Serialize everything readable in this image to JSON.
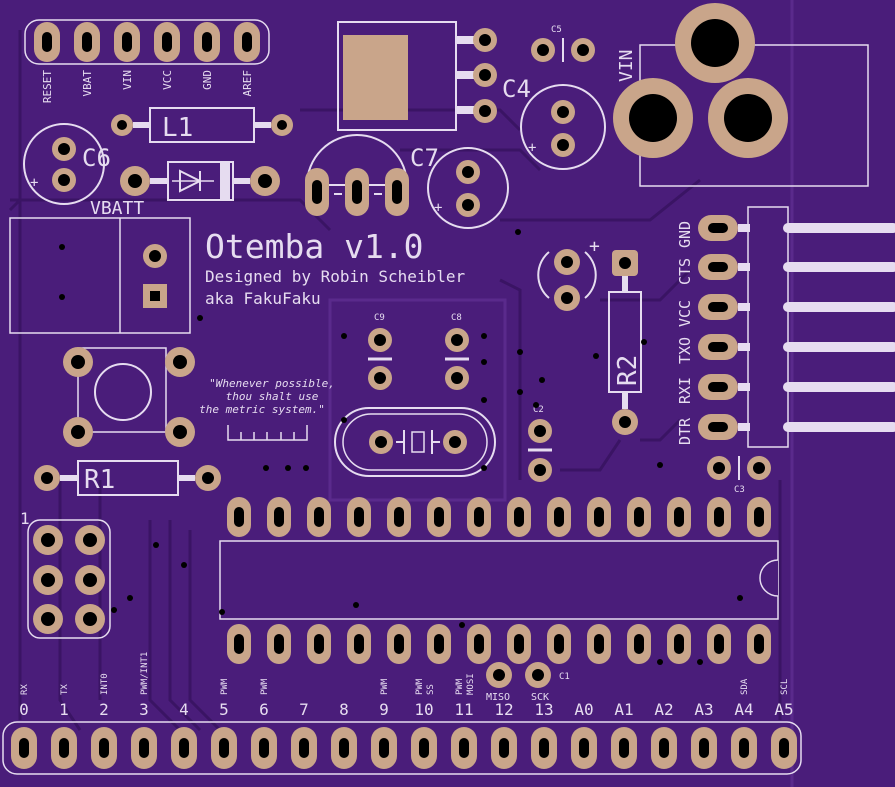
{
  "board": {
    "title": "Otemba v1.0",
    "credit_line1": "Designed by Robin Scheibler",
    "credit_line2": "aka FakuFaku",
    "quote_line1": "\"Whenever possible,",
    "quote_line2": "thou shalt use",
    "quote_line3": "the metric system.\""
  },
  "colors": {
    "board": "#4a1d7a",
    "silkscreen": "#e6dcf0",
    "pad": "#c9a58a",
    "trace": "#3a1464",
    "hole": "#000000"
  },
  "top_header": [
    "RESET",
    "VBAT",
    "VIN",
    "VCC",
    "GND",
    "AREF"
  ],
  "components": {
    "c5": "C5",
    "c4": "C4",
    "c6": "C6",
    "c7": "C7",
    "l1": "L1",
    "vbatt": "VBATT",
    "vin": "VIN",
    "r1": "R1",
    "r2": "R2",
    "c9": "C9",
    "c8": "C8",
    "c2": "C2",
    "c3": "C3",
    "c1": "C1",
    "plus": "+",
    "pin1": "1",
    "miso": "MISO",
    "sck": "SCK"
  },
  "ftdi_header": [
    "GND",
    "CTS",
    "VCC",
    "TXO",
    "RXI",
    "DTR"
  ],
  "ftdi_header_mid": [
    "TXO"
  ],
  "bottom_pins": [
    {
      "num": "0",
      "func": "RX"
    },
    {
      "num": "1",
      "func": "TX"
    },
    {
      "num": "2",
      "func": "INT0"
    },
    {
      "num": "3",
      "func": "PWM/INT1"
    },
    {
      "num": "4",
      "func": ""
    },
    {
      "num": "5",
      "func": "PWM"
    },
    {
      "num": "6",
      "func": "PWM"
    },
    {
      "num": "7",
      "func": ""
    },
    {
      "num": "8",
      "func": ""
    },
    {
      "num": "9",
      "func": "PWM"
    },
    {
      "num": "10",
      "func": "PWM SS"
    },
    {
      "num": "11",
      "func": "PWM MOSI"
    },
    {
      "num": "12",
      "func": ""
    },
    {
      "num": "13",
      "func": ""
    },
    {
      "num": "A0",
      "func": ""
    },
    {
      "num": "A1",
      "func": ""
    },
    {
      "num": "A2",
      "func": ""
    },
    {
      "num": "A3",
      "func": ""
    },
    {
      "num": "A4",
      "func": "SDA"
    },
    {
      "num": "A5",
      "func": "SCL"
    }
  ]
}
